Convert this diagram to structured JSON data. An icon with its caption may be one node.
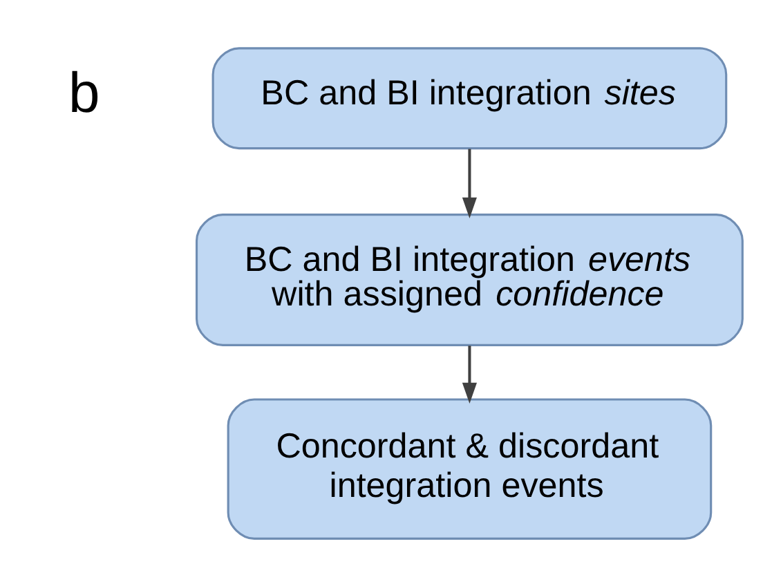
{
  "diagram": {
    "nodes": [
      {
        "text": [
          "BC and BI integration *sites*"
        ]
      },
      {
        "text": [
          "BC and BI integration *events* with assigned *confidence*"
        ]
      },
      {
        "text": [
          "Concordant & discordant integration events"
        ]
      }
    ],
    "edges": [
      {
        "from": 0,
        "to": 1,
        "arrow": "to"
      },
      {
        "from": 1,
        "to": 2,
        "arrow": "to"
      }
    ],
    "labels": [
      "b"
    ]
  }
}
